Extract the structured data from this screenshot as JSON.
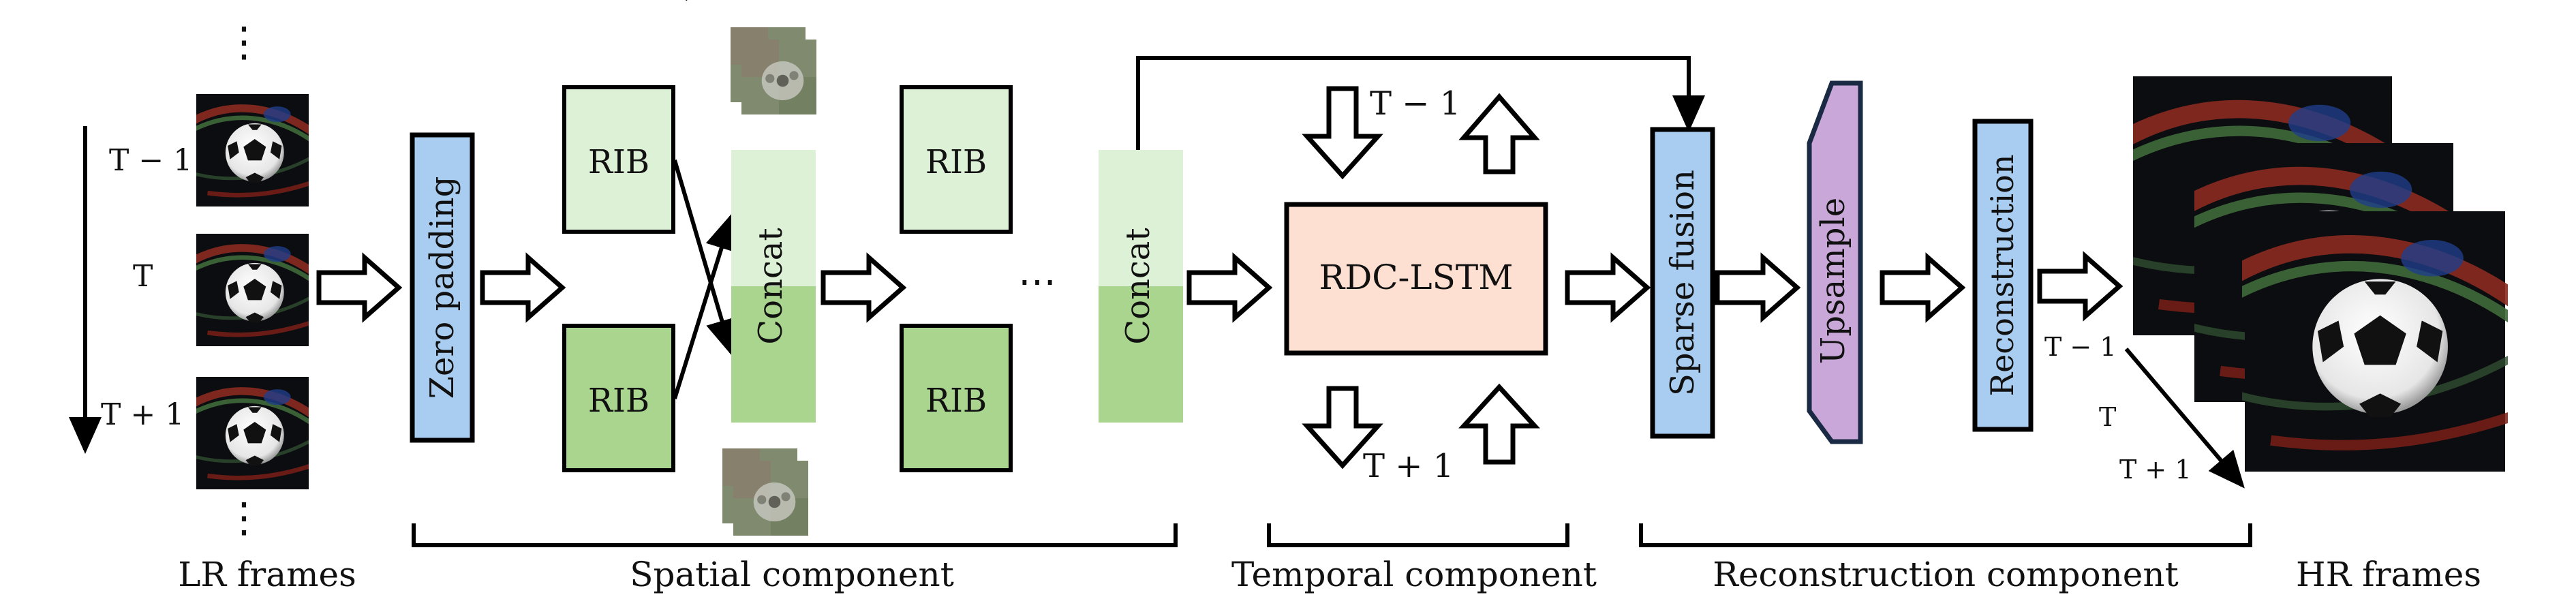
{
  "lr_frames": {
    "time_labels": [
      "T − 1",
      "T",
      "T + 1"
    ],
    "ellipsis": "⋮"
  },
  "spatial": {
    "zero_padding": "Zero padding",
    "rib": "RIB",
    "concat": "Concat",
    "ellipsis": "⋯"
  },
  "temporal": {
    "rdc_lstm": "RDC-LSTM",
    "t_minus": "T − 1",
    "t_plus": "T + 1"
  },
  "reconstruction": {
    "sparse_fusion": "Sparse fusion",
    "upsample": "Upsample",
    "reconstruction": "Reconstruction"
  },
  "hr_frames": {
    "time_labels": [
      "T − 1",
      "T",
      "T + 1"
    ]
  },
  "components": {
    "lr": "LR frames",
    "spatial": "Spatial component",
    "temporal": "Temporal component",
    "reconstruction": "Reconstruction component",
    "hr": "HR frames"
  },
  "colors": {
    "blue": "#a8cdf0",
    "light_green": "#ddf1d6",
    "green": "#a9d58f",
    "salmon": "#fde0d2",
    "purple": "#c9a8d9"
  }
}
